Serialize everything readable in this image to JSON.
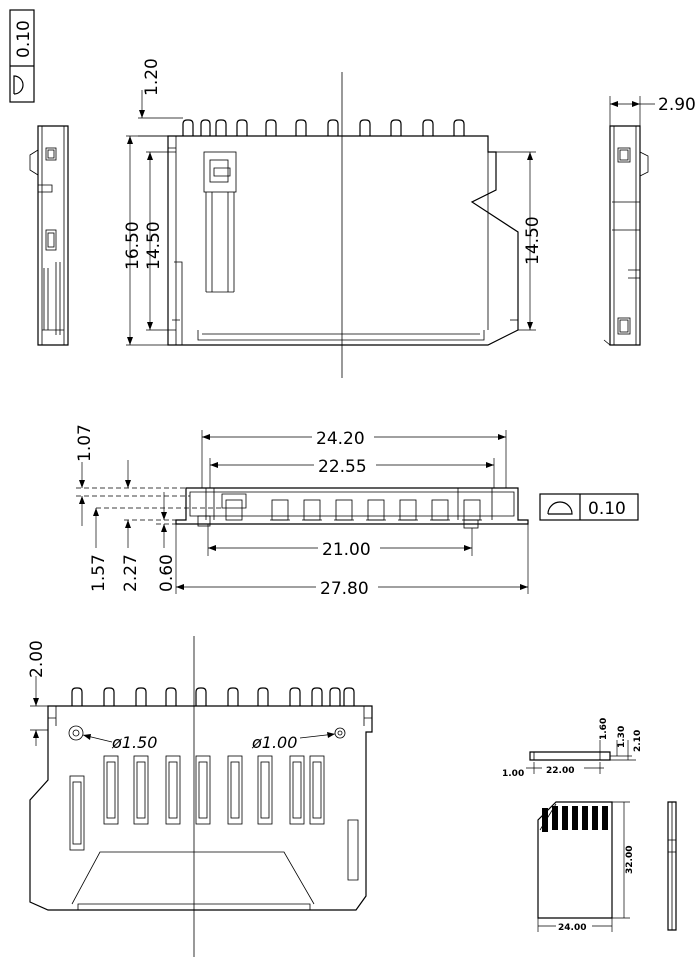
{
  "views": {
    "side_left": {
      "tolerance": "0.10"
    },
    "top_view": {
      "dim_pin_height": "1.20",
      "dim_height_outer": "16.50",
      "dim_height_inner": "14.50",
      "dim_height_right": "14.50"
    },
    "side_right": {
      "dim_thickness": "2.90"
    },
    "front_view": {
      "dim_width_24_20": "24.20",
      "dim_width_22_55": "22.55",
      "dim_width_21_00": "21.00",
      "dim_width_27_80": "27.80",
      "dim_1_07": "1.07",
      "dim_1_57": "1.57",
      "dim_2_27": "2.27",
      "dim_0_60": "0.60",
      "flatness_tolerance": "0.10"
    },
    "bottom_view": {
      "dim_2_00": "2.00",
      "hole_left": "ø1.50",
      "hole_right": "ø1.00"
    },
    "sd_card": {
      "dim_1_60": "1.60",
      "dim_1_30": "1.30",
      "dim_2_10": "2.10",
      "dim_1_00": "1.00",
      "dim_22_00": "22.00",
      "dim_32_00": "32.00",
      "dim_24_00": "24.00"
    }
  }
}
